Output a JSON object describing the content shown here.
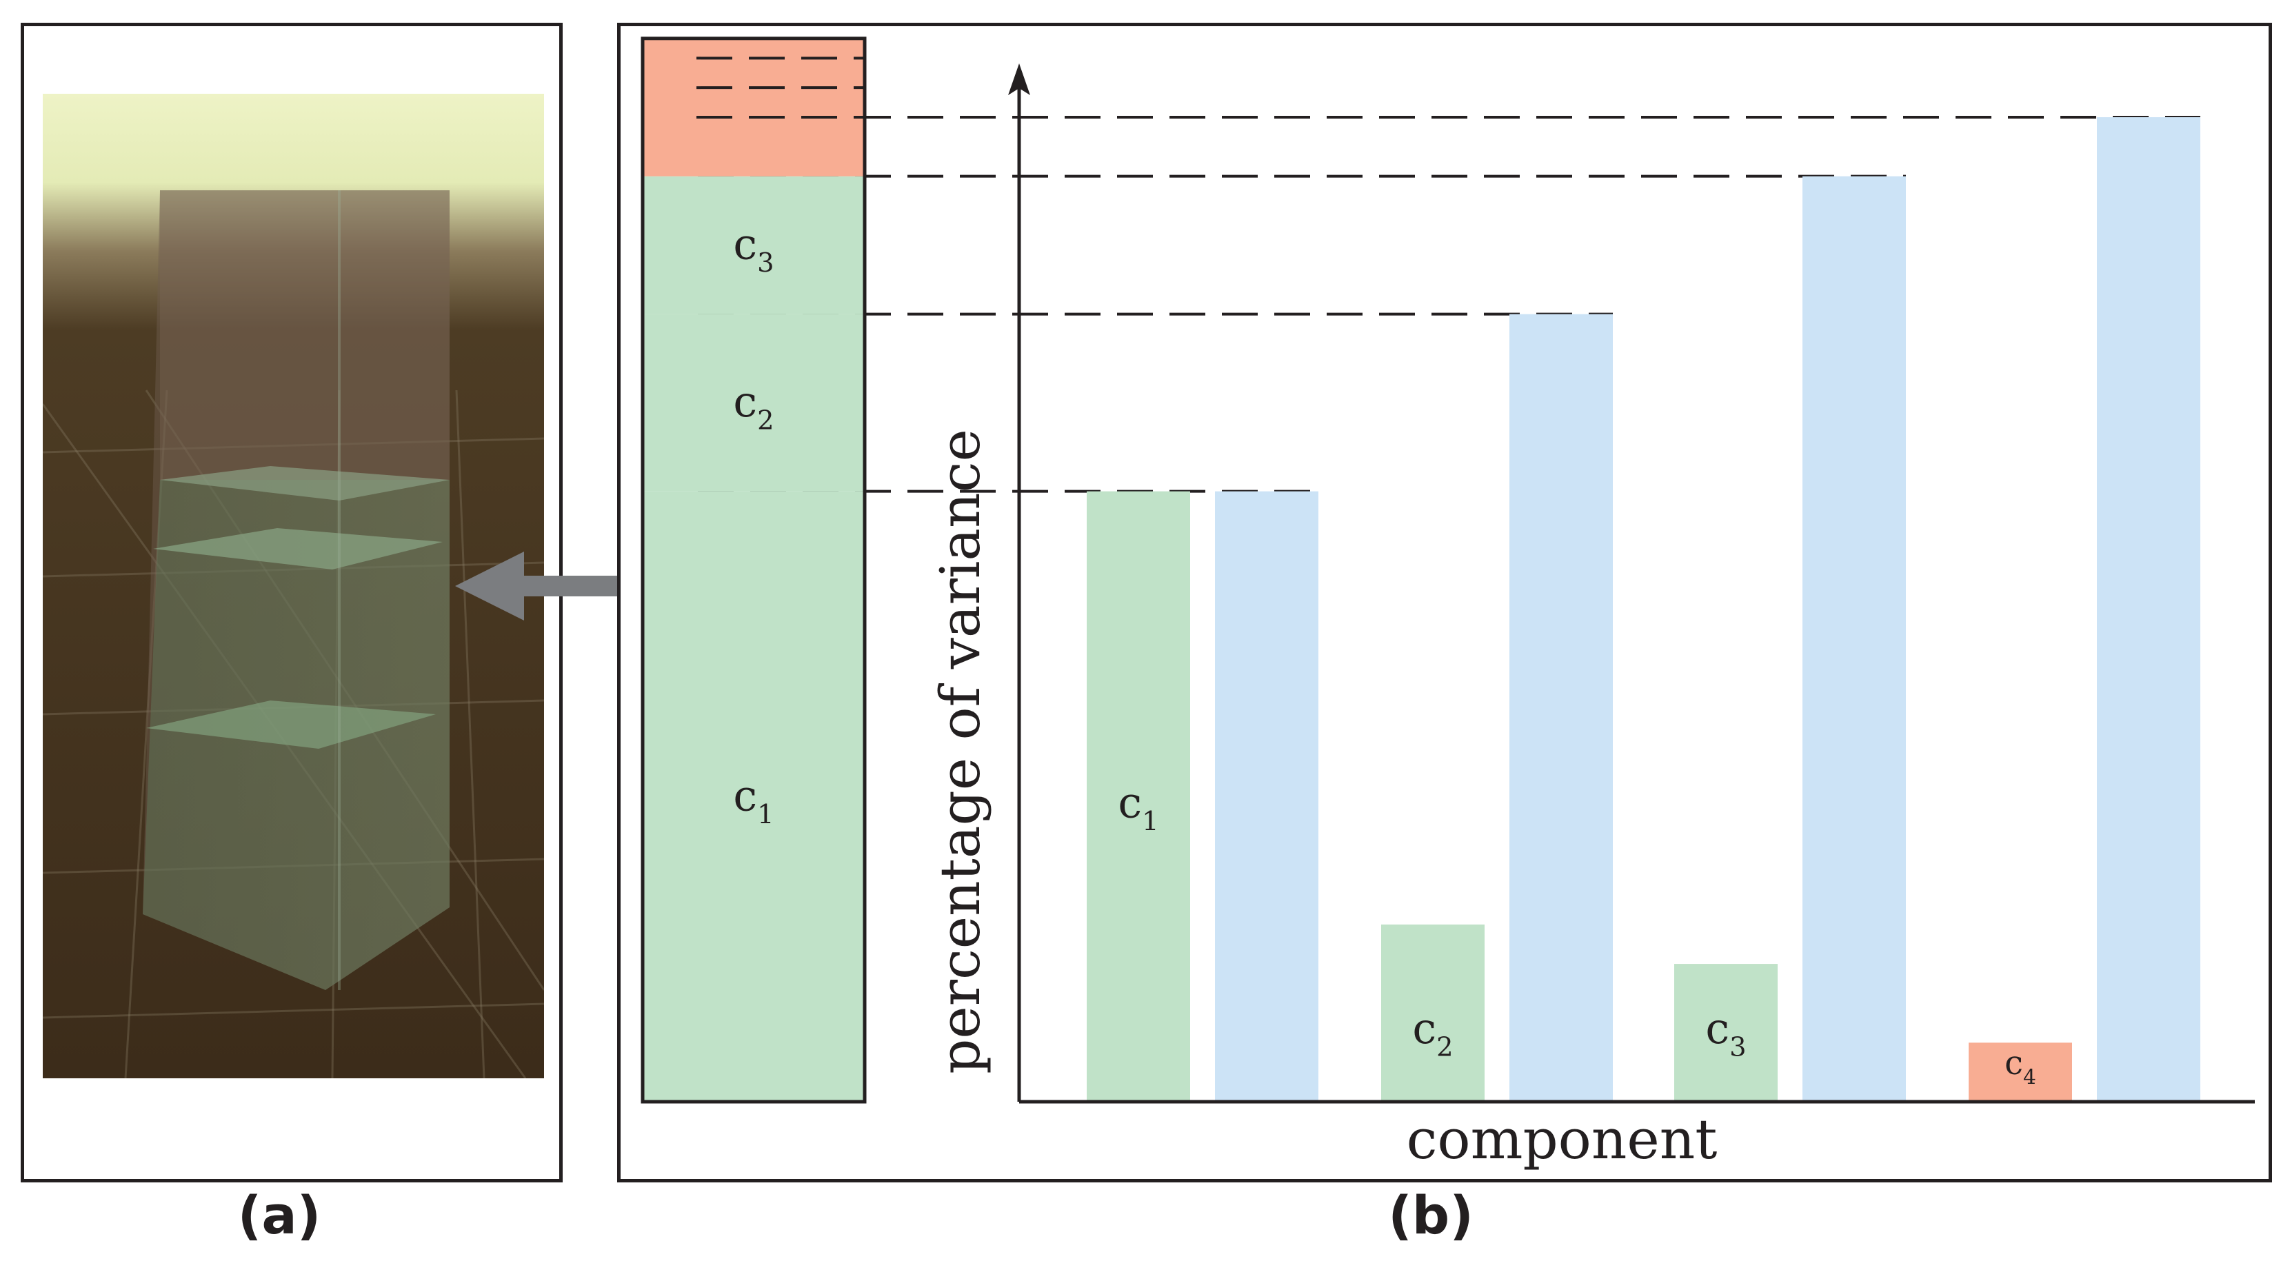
{
  "figure": {
    "panel_a_caption": "(a)",
    "panel_b_caption": "(b)"
  },
  "colors": {
    "green": "#c0e2c8",
    "blue": "#cce3f6",
    "salmon": "#f8ad93",
    "frame": "#231f20",
    "arrow": "#7b7d80"
  },
  "chart_data": {
    "type": "bar",
    "xlabel": "component",
    "ylabel": "percentage of variance",
    "categories": [
      "c1",
      "c2",
      "c3",
      "c4"
    ],
    "category_labels": [
      {
        "base": "c",
        "sub": "1"
      },
      {
        "base": "c",
        "sub": "2"
      },
      {
        "base": "c",
        "sub": "3"
      },
      {
        "base": "c",
        "sub": "4"
      }
    ],
    "series": [
      {
        "role": "component variance",
        "values": [
          62,
          18,
          14,
          6
        ],
        "colors": [
          "green",
          "green",
          "green",
          "salmon"
        ]
      },
      {
        "role": "cumulative variance",
        "values": [
          62,
          80,
          94,
          100
        ],
        "color": "blue"
      }
    ],
    "ylim": [
      0,
      112
    ],
    "grid": false,
    "stacked_bar": {
      "segments": [
        {
          "label_base": "c",
          "label_sub": "1",
          "value": 62,
          "color": "green"
        },
        {
          "label_base": "c",
          "label_sub": "2",
          "value": 18,
          "color": "green"
        },
        {
          "label_base": "c",
          "label_sub": "3",
          "value": 14,
          "color": "green"
        },
        {
          "label_base": "",
          "label_sub": "",
          "value": 6,
          "color": "salmon"
        }
      ],
      "total_top": 108,
      "salmon_subdivisions": [
        100,
        103,
        106
      ]
    }
  }
}
